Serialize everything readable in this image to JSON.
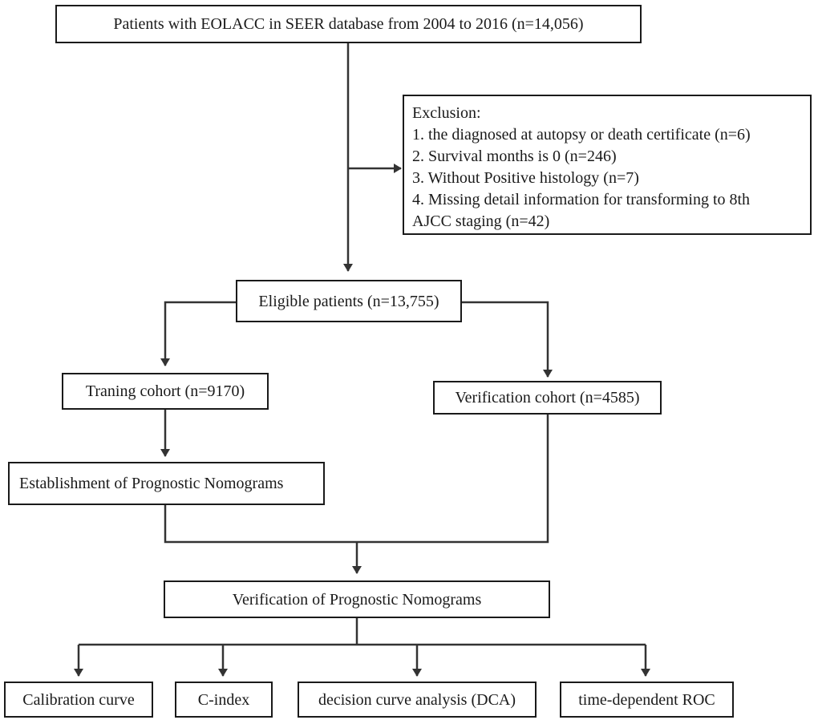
{
  "flowchart": {
    "source": "Patients with EOLACC in SEER database from 2004 to 2016 (n=14,056)",
    "exclusion": {
      "heading": "Exclusion:",
      "items": [
        "1. the diagnosed at autopsy or death certificate (n=6)",
        "2. Survival months is 0 (n=246)",
        "3. Without Positive histology (n=7)",
        "4. Missing detail information for transforming to 8th",
        "AJCC staging (n=42)"
      ]
    },
    "eligible": "Eligible patients (n=13,755)",
    "training": "Traning cohort (n=9170)",
    "verification_cohort": "Verification cohort (n=4585)",
    "establishment": "Establishment of Prognostic Nomograms",
    "verification_nomograms": "Verification of Prognostic Nomograms",
    "outcomes": [
      "Calibration curve",
      "C-index",
      "decision curve analysis (DCA)",
      "time-dependent ROC"
    ]
  },
  "colors": {
    "line": "#333333",
    "border": "#1a1a1a",
    "background": "#ffffff"
  }
}
